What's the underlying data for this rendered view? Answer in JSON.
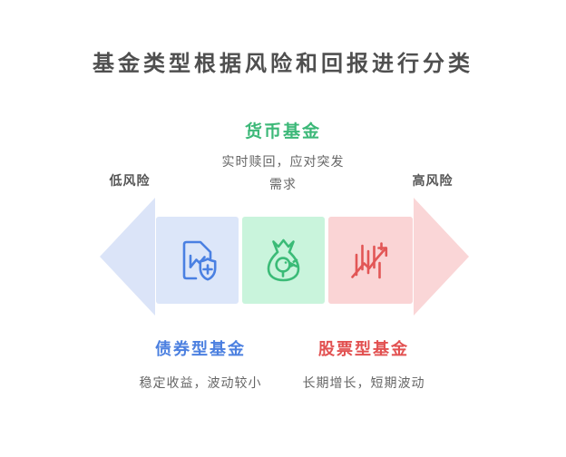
{
  "title": "基金类型根据风险和回报进行分类",
  "risk_axis": {
    "low_label": "低风险",
    "high_label": "高风险"
  },
  "funds": [
    {
      "name": "货币基金",
      "description": "实时赎回，应对突发需求",
      "icon": "money-bag-icon",
      "accent_color": "#3cb878",
      "box_color": "#c9f4dc"
    },
    {
      "name": "债券型基金",
      "description": "稳定收益，波动较小",
      "icon": "document-shield-plus-icon",
      "accent_color": "#4c80e0",
      "box_color": "#dce6f9"
    },
    {
      "name": "股票型基金",
      "description": "长期增长，短期波动",
      "icon": "candlestick-trend-icon",
      "accent_color": "#e25151",
      "box_color": "#fad4d5"
    }
  ],
  "palette": {
    "background": "#ffffff",
    "title_text": "#4f4f4f",
    "description_text": "#666666",
    "risk_label_text": "#555555",
    "left_arrow": "#dbe4f8",
    "right_arrow": "#fad6d7"
  }
}
